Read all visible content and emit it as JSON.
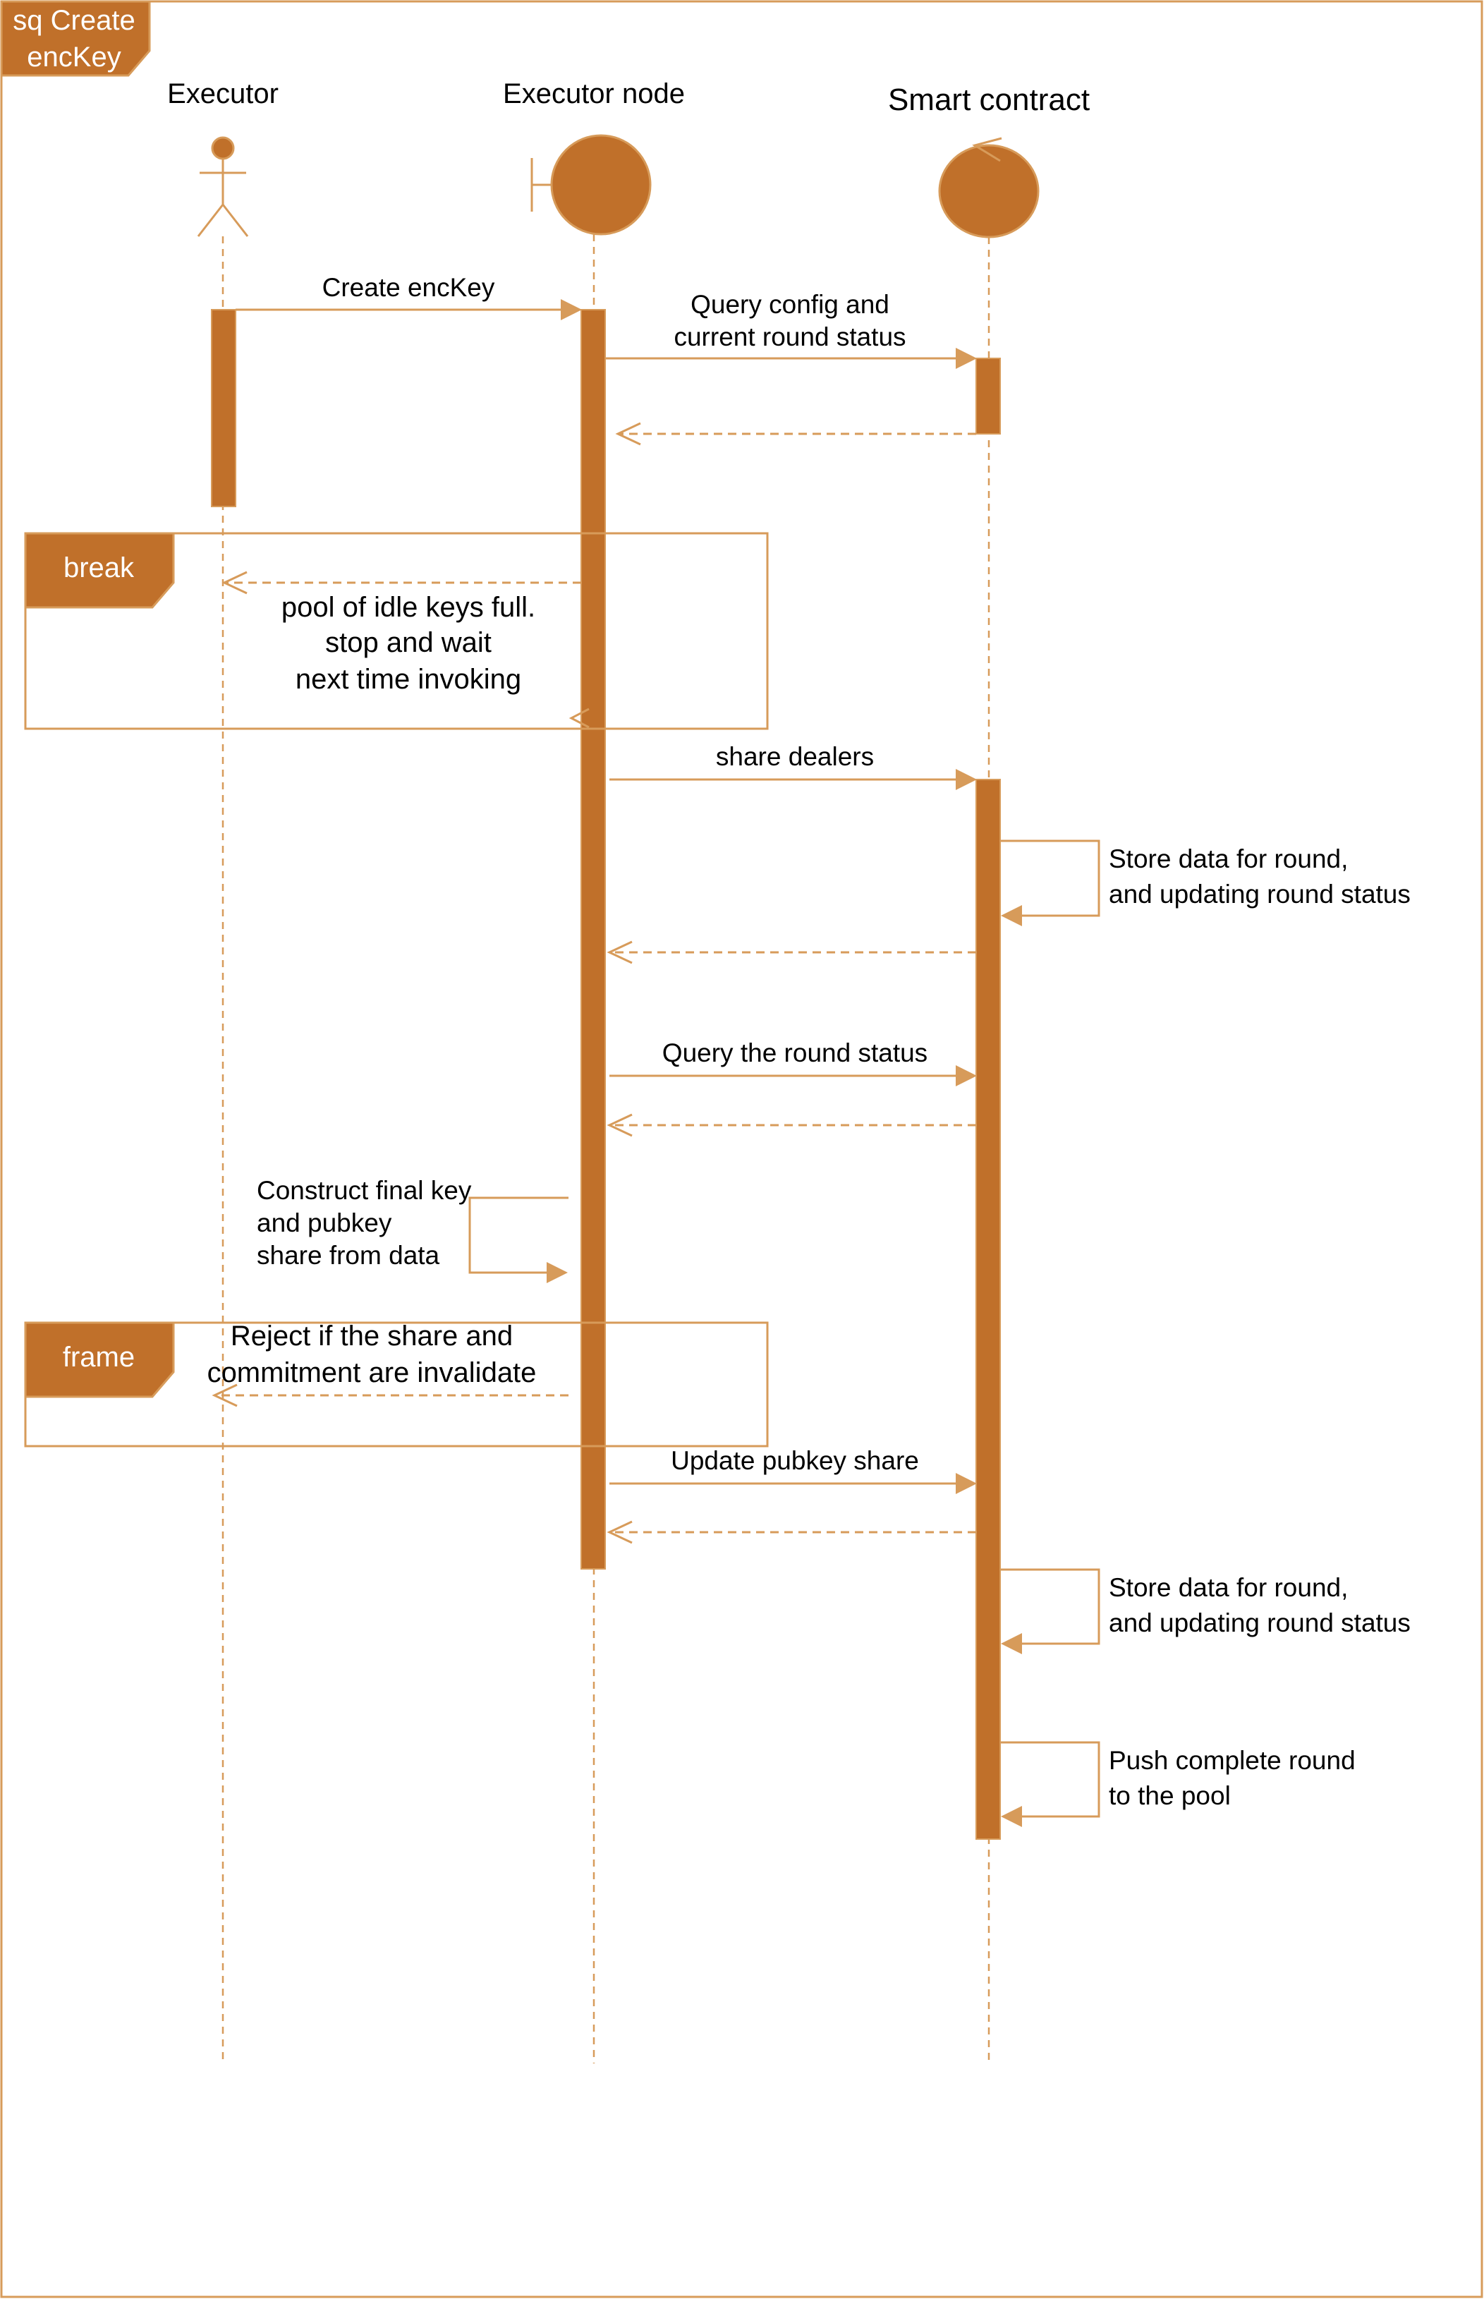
{
  "diagram": {
    "title_line1": "sq Create",
    "title_line2": "encKey",
    "colors": {
      "stroke": "#D79B5A",
      "fill": "#C0702A",
      "tag_text": "#ffffff"
    },
    "participants": {
      "executor": "Executor",
      "executor_node": "Executor node",
      "smart_contract": "Smart contract"
    },
    "participant_shapes": {
      "executor": "actor-stick-figure",
      "executor_node": "boundary-circle",
      "smart_contract": "control-circle"
    },
    "messages": {
      "create_enckey": "Create encKey",
      "query_config_line1": "Query config and",
      "query_config_line2": "current round status",
      "share_dealers": "share dealers",
      "store_data_1_line1": "Store data for round,",
      "store_data_1_line2": "and updating round status",
      "query_round_status": "Query the round status",
      "construct_line1": "Construct final key",
      "construct_line2": "and pubkey",
      "construct_line3": "share from data",
      "update_pubkey_share": "Update pubkey share",
      "store_data_2_line1": "Store data for round,",
      "store_data_2_line2": "and updating round status",
      "push_complete_line1": "Push complete round",
      "push_complete_line2": "to the pool"
    },
    "fragments": {
      "break_label": "break",
      "break_text_line1": "pool of idle keys full.",
      "break_text_line2": "stop and wait",
      "break_text_line3": "next time invoking",
      "frame_label": "frame",
      "frame_text_line1": "Reject if the share and",
      "frame_text_line2": "commitment are invalidate"
    }
  }
}
